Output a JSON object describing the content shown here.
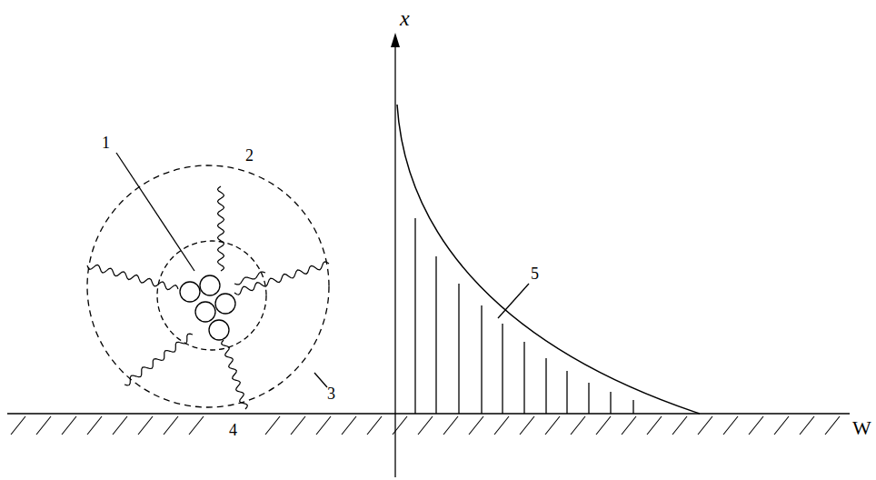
{
  "diagram": {
    "labels": [
      "x",
      "1",
      "2",
      "5",
      "3",
      "4",
      "W"
    ]
  }
}
